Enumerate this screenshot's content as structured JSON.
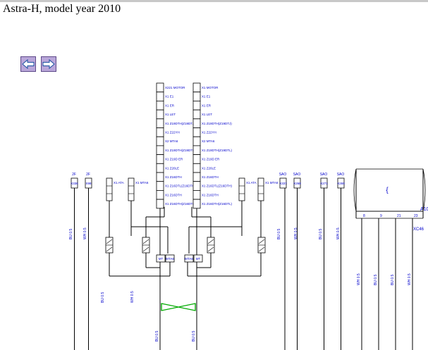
{
  "page": {
    "title": "Astra-H, model year 2010"
  },
  "nav": {
    "back": {
      "icon": "arrow-left-icon"
    },
    "forward": {
      "icon": "arrow-right-icon"
    }
  },
  "colors": {
    "wire": "#000000",
    "label": "#0000cc",
    "twist": "#00aa00",
    "button": "#b9a6d9"
  },
  "diagram": {
    "left_stack": [
      "X221 MOTOR",
      "X1 E1",
      "X1 ER",
      "X1 LET",
      "X1 Z19DTH(Z19DTJ)",
      "X1 Z22YH",
      "X2 MTA6",
      "X1 Z19DTH(Z19DTL)",
      "X1 Z19D ER",
      "X1 Z20LE",
      "X1 Z16DTH",
      "X1 Z16DTL(Z16DTH)",
      "X1 Z16DTH",
      "X1 Z16DTH(Z16DTL)"
    ],
    "right_stack": [
      "X1 MOTOR",
      "X1 E1",
      "X1 ER",
      "X1 LET",
      "X1 Z19DTH(Z19DTJ)",
      "X1 Z22YH",
      "X2 MTA6",
      "X1 Z19DTH(Z19DTL)",
      "X1 Z19D ER",
      "X1 Z20LE",
      "X1 Z16DTH",
      "X1 Z16DTL(Z16DTH)",
      "X1 Z16DTH",
      "X1 Z16DTH(Z16DTL)"
    ],
    "small_boxes": [
      {
        "top": "2F",
        "label": "X336"
      },
      {
        "top": "2F",
        "label": "X98"
      },
      {
        "top": "",
        "label": "X1 ATA"
      },
      {
        "top": "",
        "label": "X1 MTA6"
      },
      {
        "top": "",
        "label": "X1 ATA"
      },
      {
        "top": "",
        "label": "X1 MTA6"
      },
      {
        "top": "SAO",
        "label": "X337"
      },
      {
        "top": "SAO",
        "label": "X268"
      },
      {
        "top": "SAO",
        "label": "X271"
      },
      {
        "top": "SAO",
        "label": "X269"
      }
    ],
    "mid_labels": {
      "mt_left": "MT",
      "mta6_left": "MTA6",
      "mta6_right": "MTA6",
      "mt_right": "MT"
    },
    "connector": {
      "name": "A10",
      "sub": "XC46",
      "pins": [
        "8",
        "9",
        "21",
        "23"
      ]
    },
    "wire_labels": [
      "BU 0.5",
      "WH 0.5",
      "BU 0.5",
      "WH 0.5",
      "BU 0.5",
      "WH 0.5",
      "BU 0.5",
      "WH 0.5",
      "WH 0.5",
      "BU 0.5",
      "BU 0.5",
      "WH 0.5",
      "BU 0.5",
      "BU 0.5"
    ]
  }
}
